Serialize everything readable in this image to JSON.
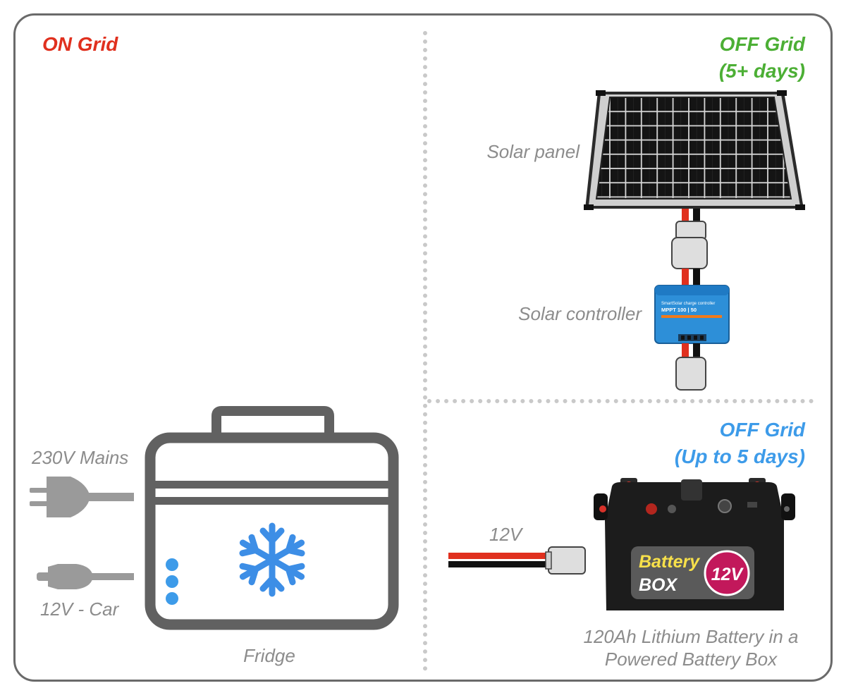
{
  "sections": {
    "on_grid": {
      "title": "ON Grid"
    },
    "off_grid_solar": {
      "title_line1": "OFF Grid",
      "title_line2": "(5+ days)"
    },
    "off_grid_battery": {
      "title_line1": "OFF Grid",
      "title_line2": "(Up to 5 days)"
    }
  },
  "labels": {
    "mains": "230V Mains",
    "car": "12V - Car",
    "fridge": "Fridge",
    "solar_panel": "Solar panel",
    "solar_controller": "Solar controller",
    "cable_12v": "12V",
    "battery_line1": "120Ah Lithium Battery in a",
    "battery_line2": "Powered Battery Box"
  },
  "battery_box": {
    "word1": "Battery",
    "word2": "BOX",
    "badge": "12V"
  },
  "controller": {
    "line1": "SmartSolar charge controller",
    "line2": "MPPT 100 | 50"
  },
  "colors": {
    "on_grid": "#e0301e",
    "off_grid_solar": "#4caf35",
    "off_grid_battery": "#3d9be9",
    "snowflake": "#3d8ee6",
    "fridge_outline": "#616161",
    "caption": "#8c8c8c",
    "badge": "#c2185b",
    "controller": "#2d8fd8"
  },
  "icons": [
    "plug-icon",
    "car-plug-icon",
    "fridge-icon",
    "snowflake-icon",
    "solar-panel-icon",
    "connector-icon",
    "solar-controller-icon",
    "battery-box-icon"
  ]
}
